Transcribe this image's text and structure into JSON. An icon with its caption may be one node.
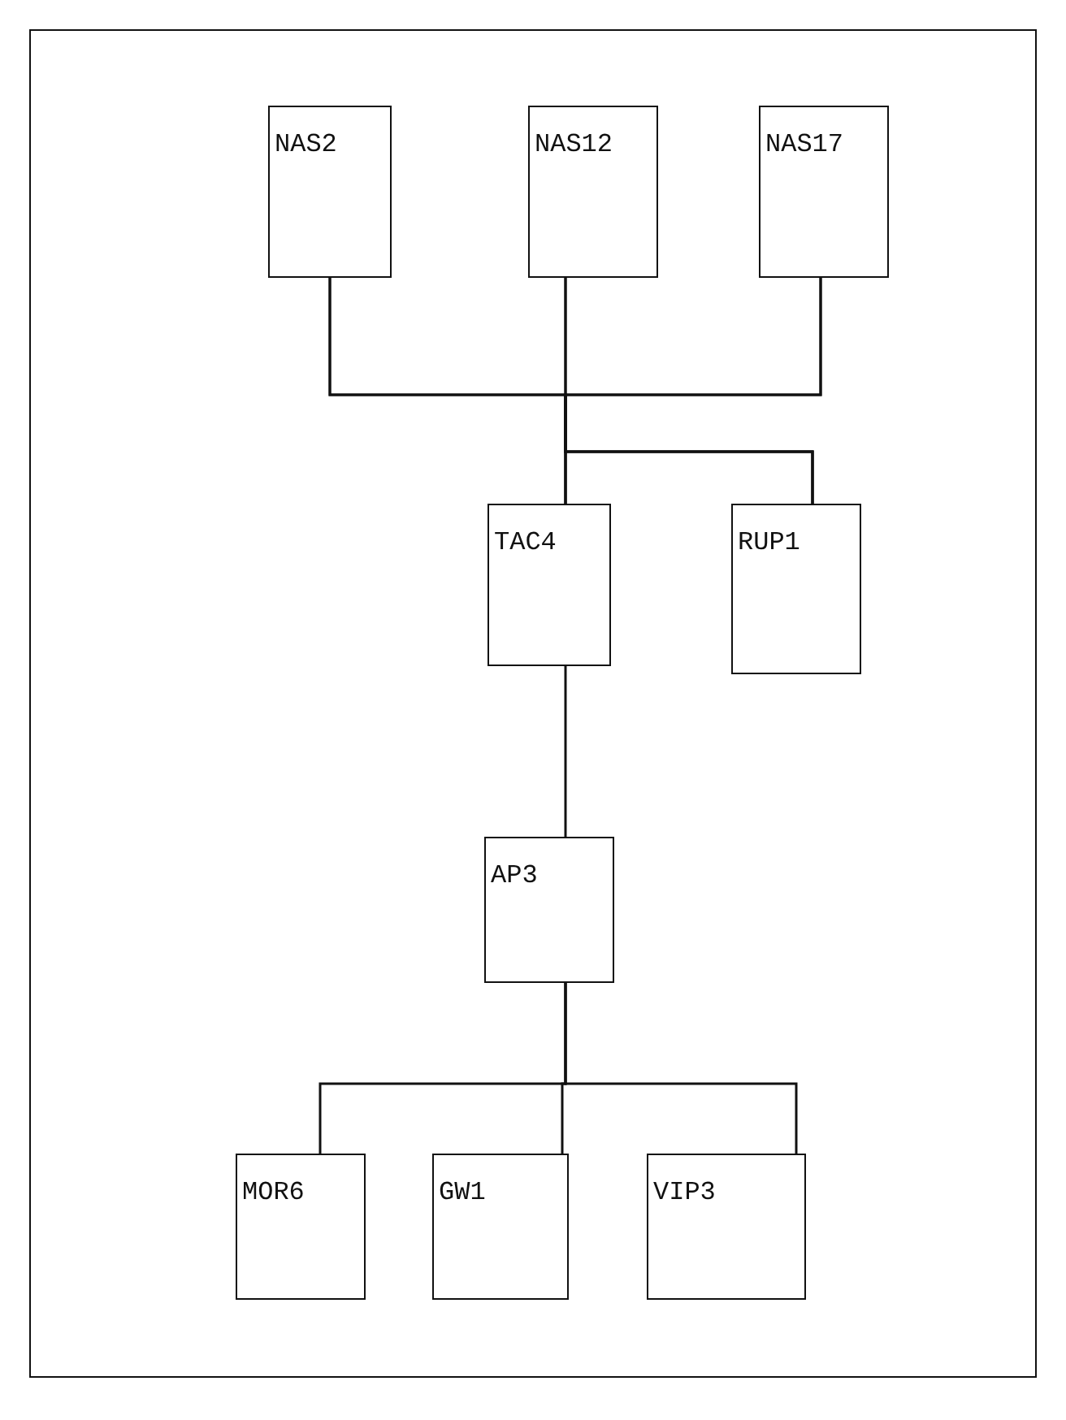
{
  "diagram": {
    "nodes": [
      {
        "text": [
          "NAS2"
        ]
      },
      {
        "text": [
          "NAS12"
        ]
      },
      {
        "text": [
          "NAS17"
        ]
      },
      {
        "text": [
          "TAC4"
        ]
      },
      {
        "text": [
          "RUP1"
        ]
      },
      {
        "text": [
          "AP3"
        ]
      },
      {
        "text": [
          "MOR6"
        ]
      },
      {
        "text": [
          "GW1"
        ]
      },
      {
        "text": [
          "VIP3"
        ]
      }
    ],
    "edges": [
      {
        "from": 0,
        "to": 3,
        "arrow": "none"
      },
      {
        "from": 1,
        "to": 3,
        "arrow": "none"
      },
      {
        "from": 2,
        "to": 3,
        "arrow": "none"
      },
      {
        "from": 0,
        "to": 4,
        "arrow": "none"
      },
      {
        "from": 1,
        "to": 4,
        "arrow": "none"
      },
      {
        "from": 2,
        "to": 4,
        "arrow": "none"
      },
      {
        "from": 3,
        "to": 5,
        "arrow": "none"
      },
      {
        "from": 5,
        "to": 6,
        "arrow": "none"
      },
      {
        "from": 5,
        "to": 7,
        "arrow": "none"
      },
      {
        "from": 5,
        "to": 8,
        "arrow": "none"
      }
    ]
  }
}
